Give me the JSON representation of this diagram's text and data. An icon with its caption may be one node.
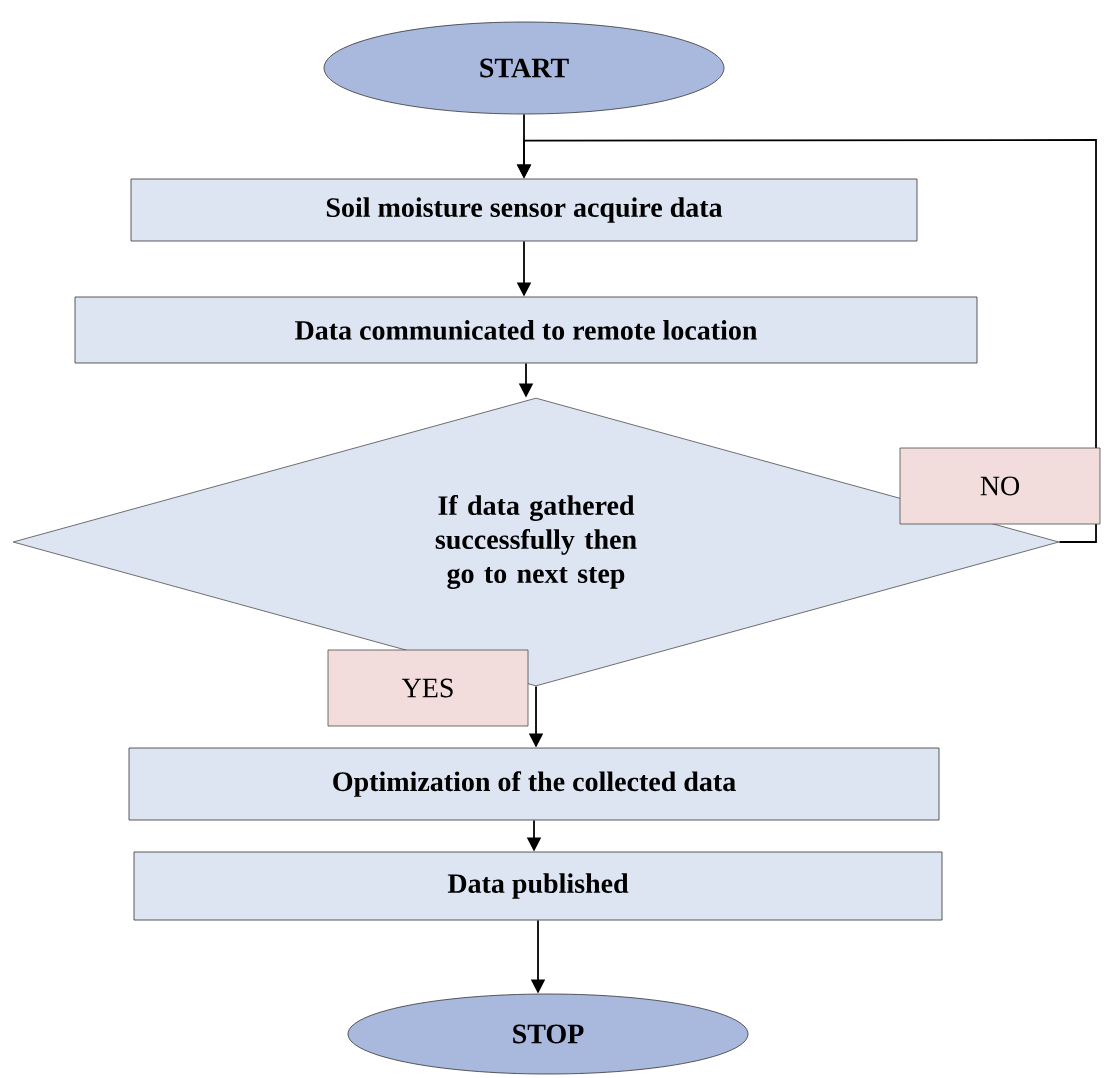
{
  "diagram": {
    "nodes": [
      {
        "text": [
          "START"
        ]
      },
      {
        "text": [
          "Soil moisture sensor acquire data"
        ]
      },
      {
        "text": [
          "Data communicated to remote location"
        ]
      },
      {
        "text": [
          "If data gathered successfully then go to next step"
        ]
      },
      {
        "text": [
          "Optimization of the collected data"
        ]
      },
      {
        "text": [
          "Data published"
        ]
      },
      {
        "text": [
          "STOP"
        ]
      }
    ],
    "edges": [
      {
        "from": 0,
        "to": 1,
        "arrow": "to"
      },
      {
        "from": 1,
        "to": 2,
        "arrow": "to"
      },
      {
        "from": 2,
        "to": 3,
        "arrow": "to"
      },
      {
        "from": 3,
        "to": 4,
        "arrow": "to",
        "label": "YES"
      },
      {
        "from": 4,
        "to": 5,
        "arrow": "to"
      },
      {
        "from": 5,
        "to": 6,
        "arrow": "to"
      },
      {
        "from": 3,
        "to": 1,
        "arrow": "to",
        "label": "NO"
      }
    ]
  }
}
